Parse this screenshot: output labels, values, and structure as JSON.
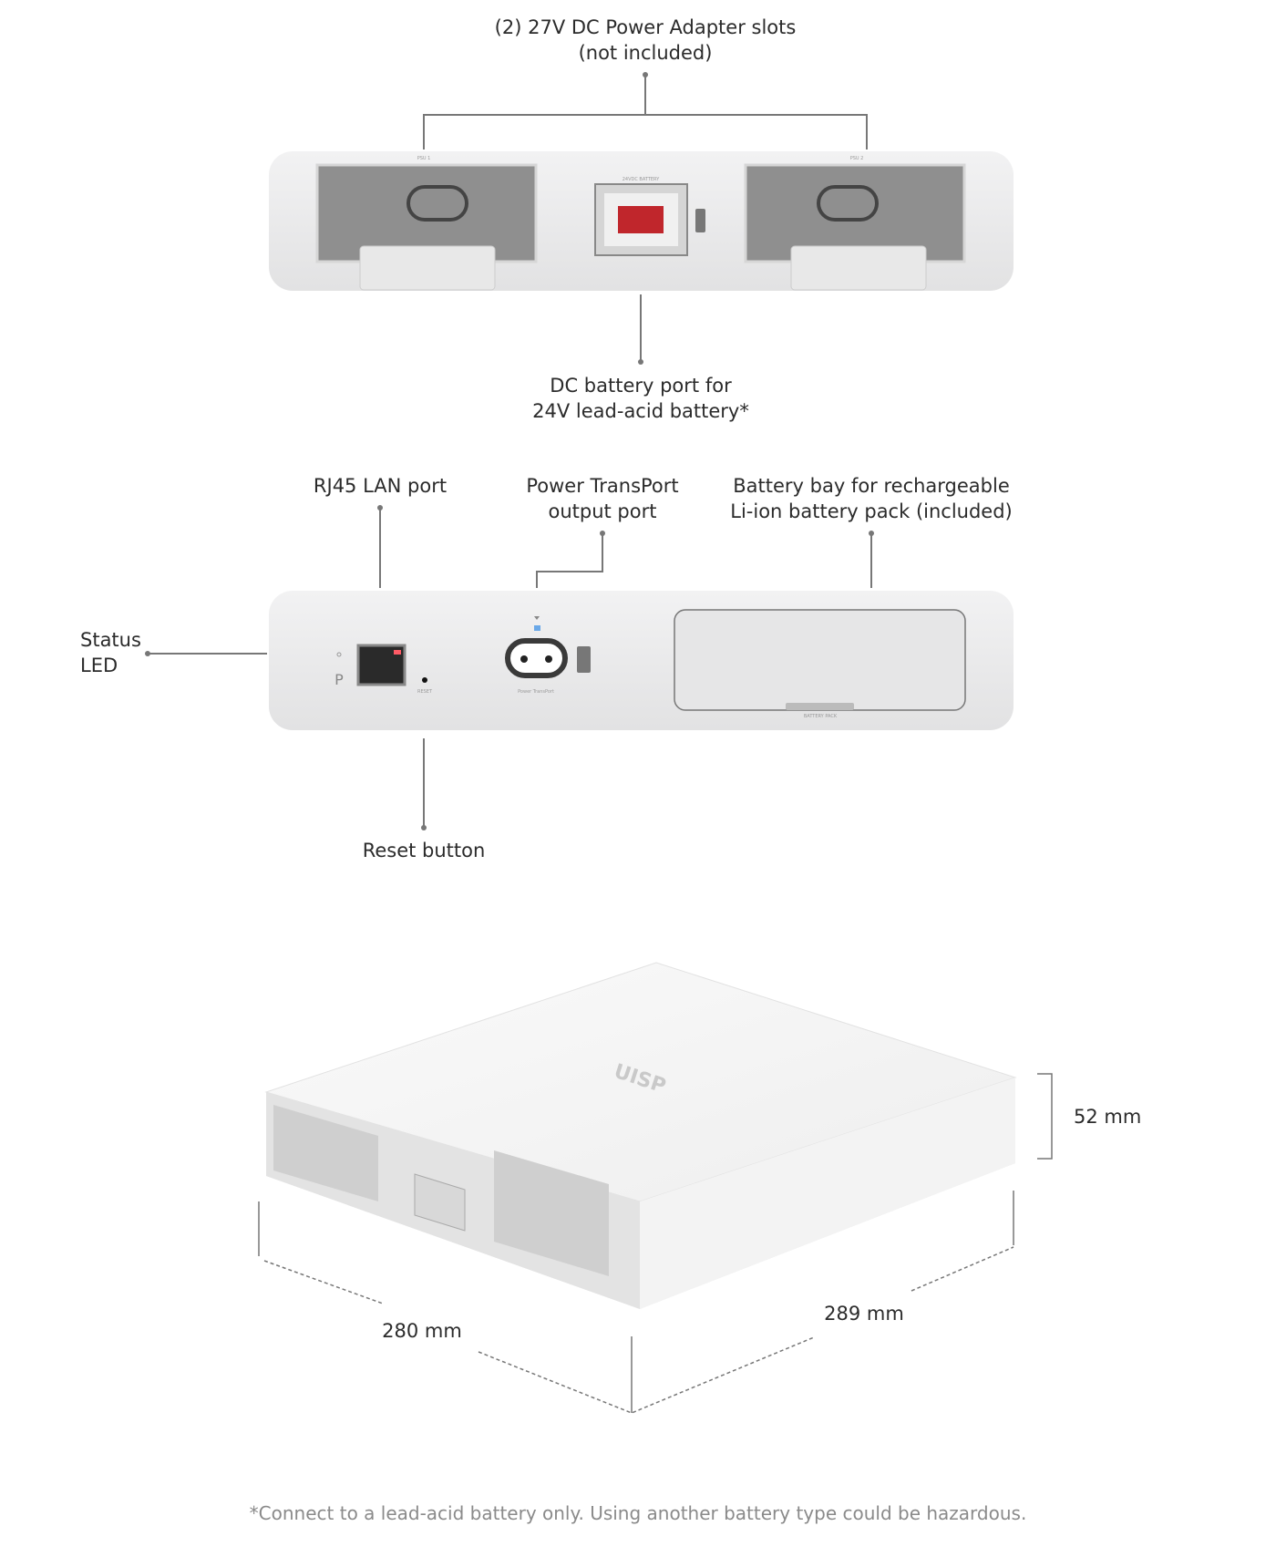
{
  "rear_view": {
    "adapter_slots_label": [
      "(2) 27V DC Power Adapter slots",
      "(not included)"
    ],
    "battery_port_label": [
      "DC battery port for",
      "24V lead-acid battery*"
    ],
    "slot_marks": [
      "PSU 1",
      "PSU 2"
    ],
    "battery_port_mark": "24VDC BATTERY"
  },
  "front_view": {
    "rj45_label": "RJ45 LAN port",
    "transport_label": [
      "Power TransPort",
      "output port"
    ],
    "battery_bay_label": [
      "Battery bay for rechargeable",
      "Li-ion battery pack (included)"
    ],
    "status_led_label": [
      "Status",
      "LED"
    ],
    "reset_label": "Reset button",
    "panel_marks": {
      "p": "P",
      "reset": "RESET",
      "transport": "Power TransPort",
      "battery": "BATTERY PACK"
    }
  },
  "iso_view": {
    "logo": "UISP",
    "height": "52 mm",
    "depth": "280 mm",
    "width": "289 mm"
  },
  "footnote": "*Connect to a lead-acid battery only. Using another battery type could be hazardous.",
  "colors": {
    "line": "#777777",
    "body": "#e9e9ea",
    "led_blue": "#6aa8e8",
    "port_red": "#c0262c"
  }
}
